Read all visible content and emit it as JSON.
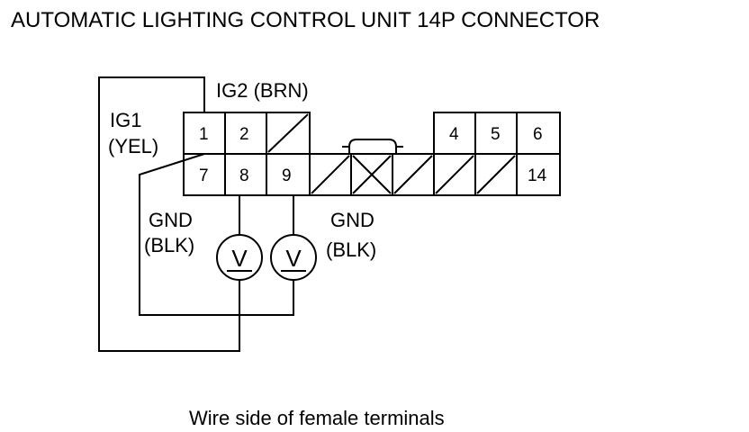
{
  "title": "AUTOMATIC LIGHTING CONTROL UNIT 14P CONNECTOR",
  "caption": "Wire side of female terminals",
  "labels": {
    "ig2": "IG2 (BRN)",
    "ig1_line1": "IG1",
    "ig1_line2": "(YEL)",
    "gnd_left_line1": "GND",
    "gnd_left_line2": "(BLK)",
    "gnd_right_line1": "GND",
    "gnd_right_line2": "(BLK)"
  },
  "pins": {
    "p1": "1",
    "p2": "2",
    "p4": "4",
    "p5": "5",
    "p6": "6",
    "p7": "7",
    "p8": "8",
    "p9": "9",
    "p14": "14"
  },
  "meters": [
    {
      "name": "voltmeter-left",
      "symbol": "V"
    },
    {
      "name": "voltmeter-right",
      "symbol": "V"
    }
  ]
}
